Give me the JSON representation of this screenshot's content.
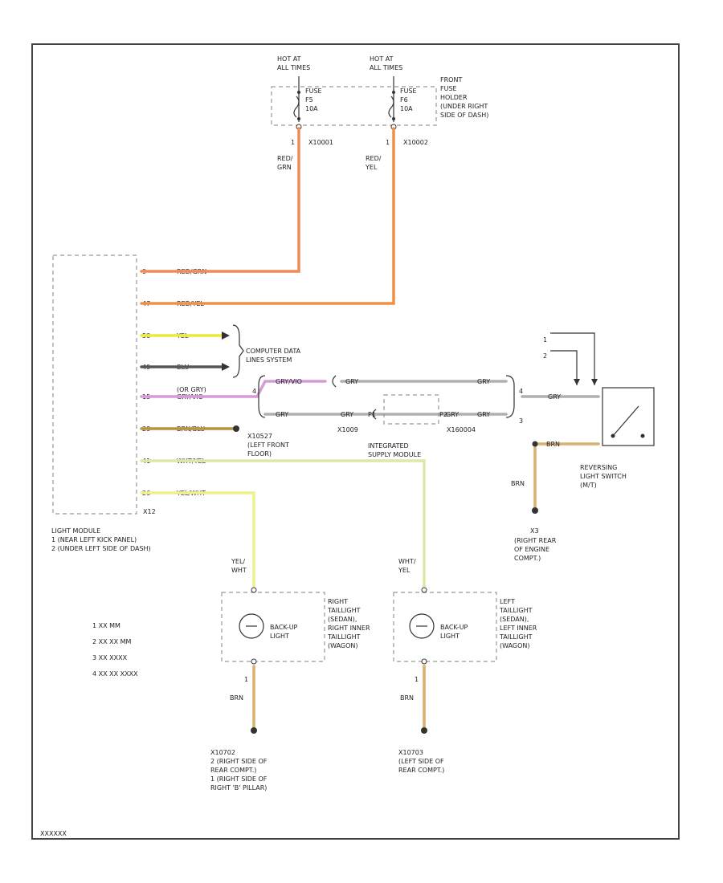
{
  "colors": {
    "red_grn": "#f08a5a",
    "red_yel": "#ee9146",
    "yel": "#eaea3a",
    "blu": "#555555",
    "grn_vio": "#d59ad8",
    "gry": "#b0b0b0",
    "brn_blu": "#b8943a",
    "wht_yel": "#dde8a8",
    "yel_wht": "#eef08a",
    "brn": "#d8b070",
    "ground": "#333333"
  },
  "fuses": {
    "hot_left": "HOT AT\nALL TIMES",
    "hot_right": "HOT AT\nALL TIMES",
    "fuse_left": "FUSE\nF5\n10A",
    "fuse_right": "FUSE\nF6\n10A",
    "location": "FRONT\nFUSE\nHOLDER\n(UNDER RIGHT\nSIDE OF DASH)",
    "pin_left": "1",
    "pin_right": "1",
    "conn_left": "X10001",
    "conn_right": "X10002",
    "wire_left": "RED/\nGRN",
    "wire_right": "RED/\nYEL"
  },
  "light_module": {
    "pins": [
      "9",
      "47",
      "50",
      "49",
      "15",
      "29",
      "41",
      "26"
    ],
    "wires": [
      "RED/GRN",
      "RED/YEL",
      "YEL",
      "BLU",
      "GRY/VIO",
      "BRN/BLU",
      "WHT/YEL",
      "YEL/WHT"
    ],
    "alt_wire": "(OR GRY)",
    "connector": "X12",
    "label": "LIGHT MODULE\n1 (NEAR LEFT KICK PANEL)\n2 (UNDER LEFT SIDE OF DASH)"
  },
  "data_lines": "COMPUTER DATA\nLINES SYSTEM",
  "ground_left_front": "X10527\n(LEFT FRONT\nFLOOR)",
  "supply_module": "INTEGRATED\nSUPPLY MODULE",
  "splice": {
    "wire_top_a": "GRY/VIO",
    "wire_top_b": "GRY",
    "wire_top_c": "GRY",
    "wire_bot_a": "GRY",
    "wire_bot_b": "GRY",
    "wire_bot_c": "GRY",
    "wire_bot_d": "GRY",
    "pin_top": "4",
    "pin_bot": "3",
    "conn_a": "X1009",
    "conn_b": "X160004",
    "p1": "P1",
    "p2": "P2"
  },
  "reverse_switch": {
    "notes": [
      "1",
      "2"
    ],
    "wire_in": "GRY",
    "wire_out": "BRN",
    "ground_wire": "BRN",
    "label": "REVERSING\nLIGHT SWITCH\n(M/T)",
    "ground_id": "X3",
    "ground_label": "(RIGHT REAR\nOF ENGINE\nCOMPT.)"
  },
  "right_lamp": {
    "wire_top": "YEL/\nWHT",
    "label": "RIGHT\nTAILLIGHT\n(SEDAN),\nRIGHT INNER\nTAILLIGHT\n(WAGON)",
    "lamp": "BACK-UP\nLIGHT",
    "pin_bottom": "1",
    "wire_bottom": "BRN",
    "ground": "X10702\n2 (RIGHT SIDE OF\nREAR COMPT.)\n1 (RIGHT SIDE OF\nRIGHT 'B' PILLAR)"
  },
  "left_lamp": {
    "wire_top": "WHT/\nYEL",
    "label": "LEFT\nTAILLIGHT\n(SEDAN),\nLEFT INNER\nTAILLIGHT\n(WAGON)",
    "lamp": "BACK-UP\nLIGHT",
    "pin_bottom": "1",
    "wire_bottom": "BRN",
    "ground": "X10703\n(LEFT SIDE OF\nREAR COMPT.)"
  },
  "legend": [
    "1  XX MM",
    "2  XX XX MM",
    "3  XX XXXX",
    "4  XX XX XXXX"
  ],
  "footer": "XXXXXX"
}
